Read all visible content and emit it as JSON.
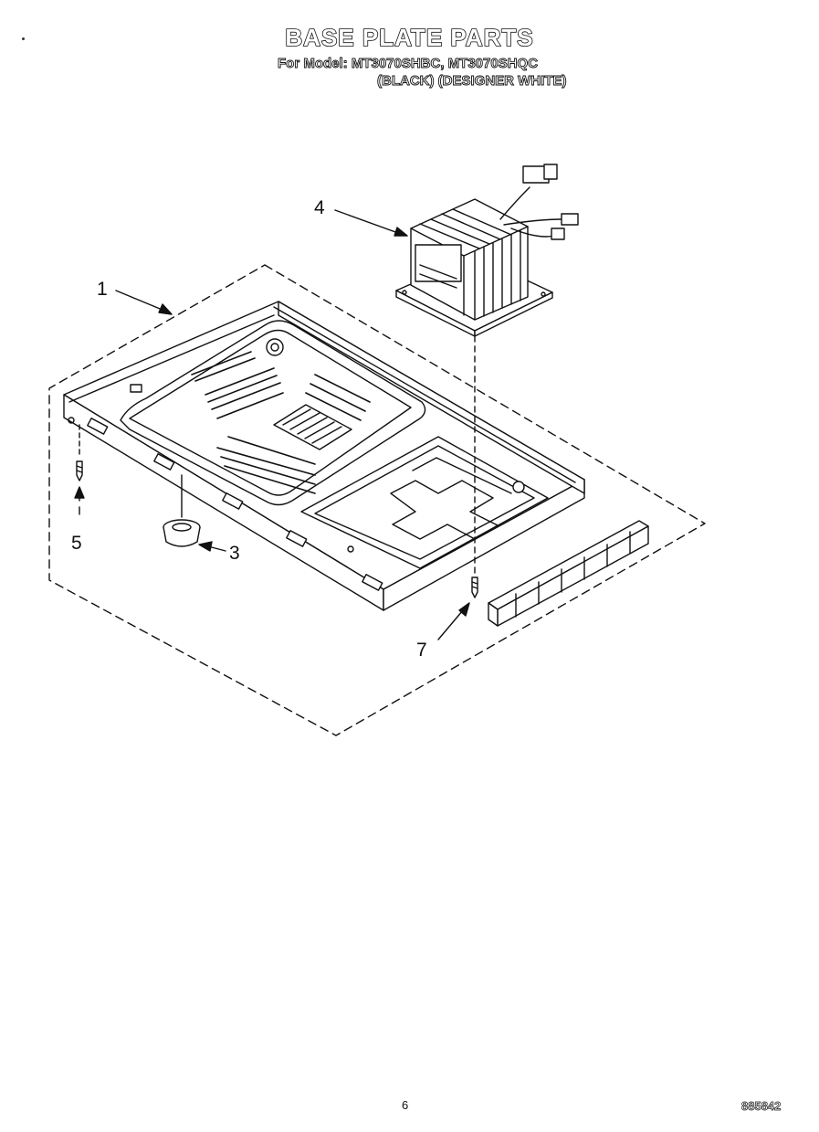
{
  "header": {
    "title": "BASE PLATE PARTS",
    "models_line": "For Model: MT3070SHBC, MT3070SHQC",
    "colors_line": "(BLACK)  (DESIGNER WHITE)"
  },
  "callouts": {
    "part_1": "1",
    "part_3": "3",
    "part_4": "4",
    "part_5": "5",
    "part_7": "7"
  },
  "footer": {
    "page_number": "6",
    "document_number": "885842"
  }
}
